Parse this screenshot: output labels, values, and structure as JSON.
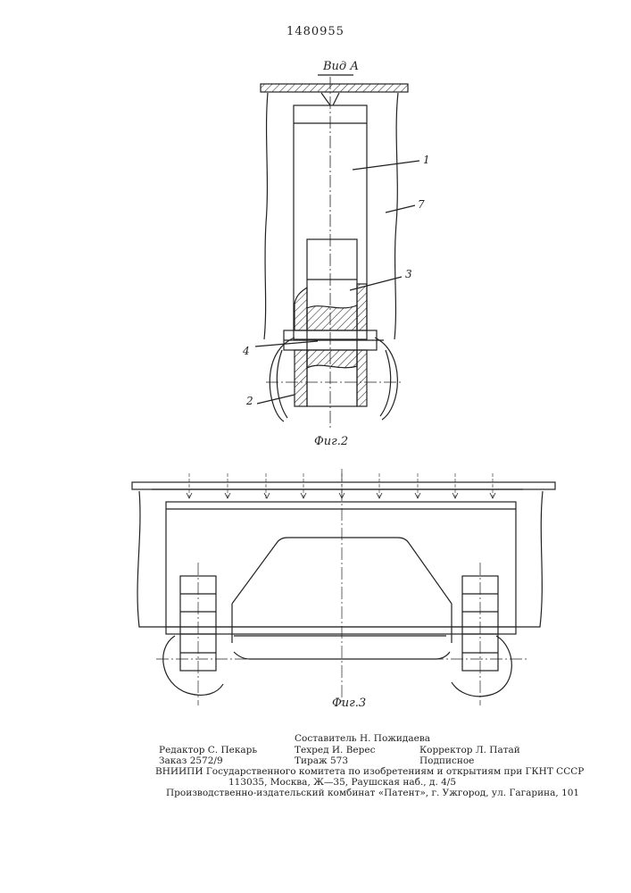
{
  "patent_number": "1480955",
  "fig2": {
    "view_label": "Вид А",
    "caption": "Фиг.2",
    "callouts": [
      "1",
      "7",
      "3",
      "4",
      "2"
    ]
  },
  "fig3": {
    "caption": "Фиг.3"
  },
  "footer": {
    "compiler": "Составитель Н. Пожидаева",
    "editor": "Редактор С. Пекарь",
    "techred": "Техред И. Верес",
    "corrector": "Корректор Л. Патай",
    "order": "Заказ 2572/9",
    "circulation": "Тираж 573",
    "subscription": "Подписное",
    "vniipi": "ВНИИПИ Государственного комитета по изобретениям и открытиям при ГКНТ СССР",
    "address": "113035, Москва, Ж—35, Раушская наб., д. 4/5",
    "publisher": "Производственно-издательский комбинат «Патент», г. Ужгород, ул. Гагарина, 101"
  },
  "colors": {
    "ink": "#222222",
    "paper": "#ffffff"
  }
}
